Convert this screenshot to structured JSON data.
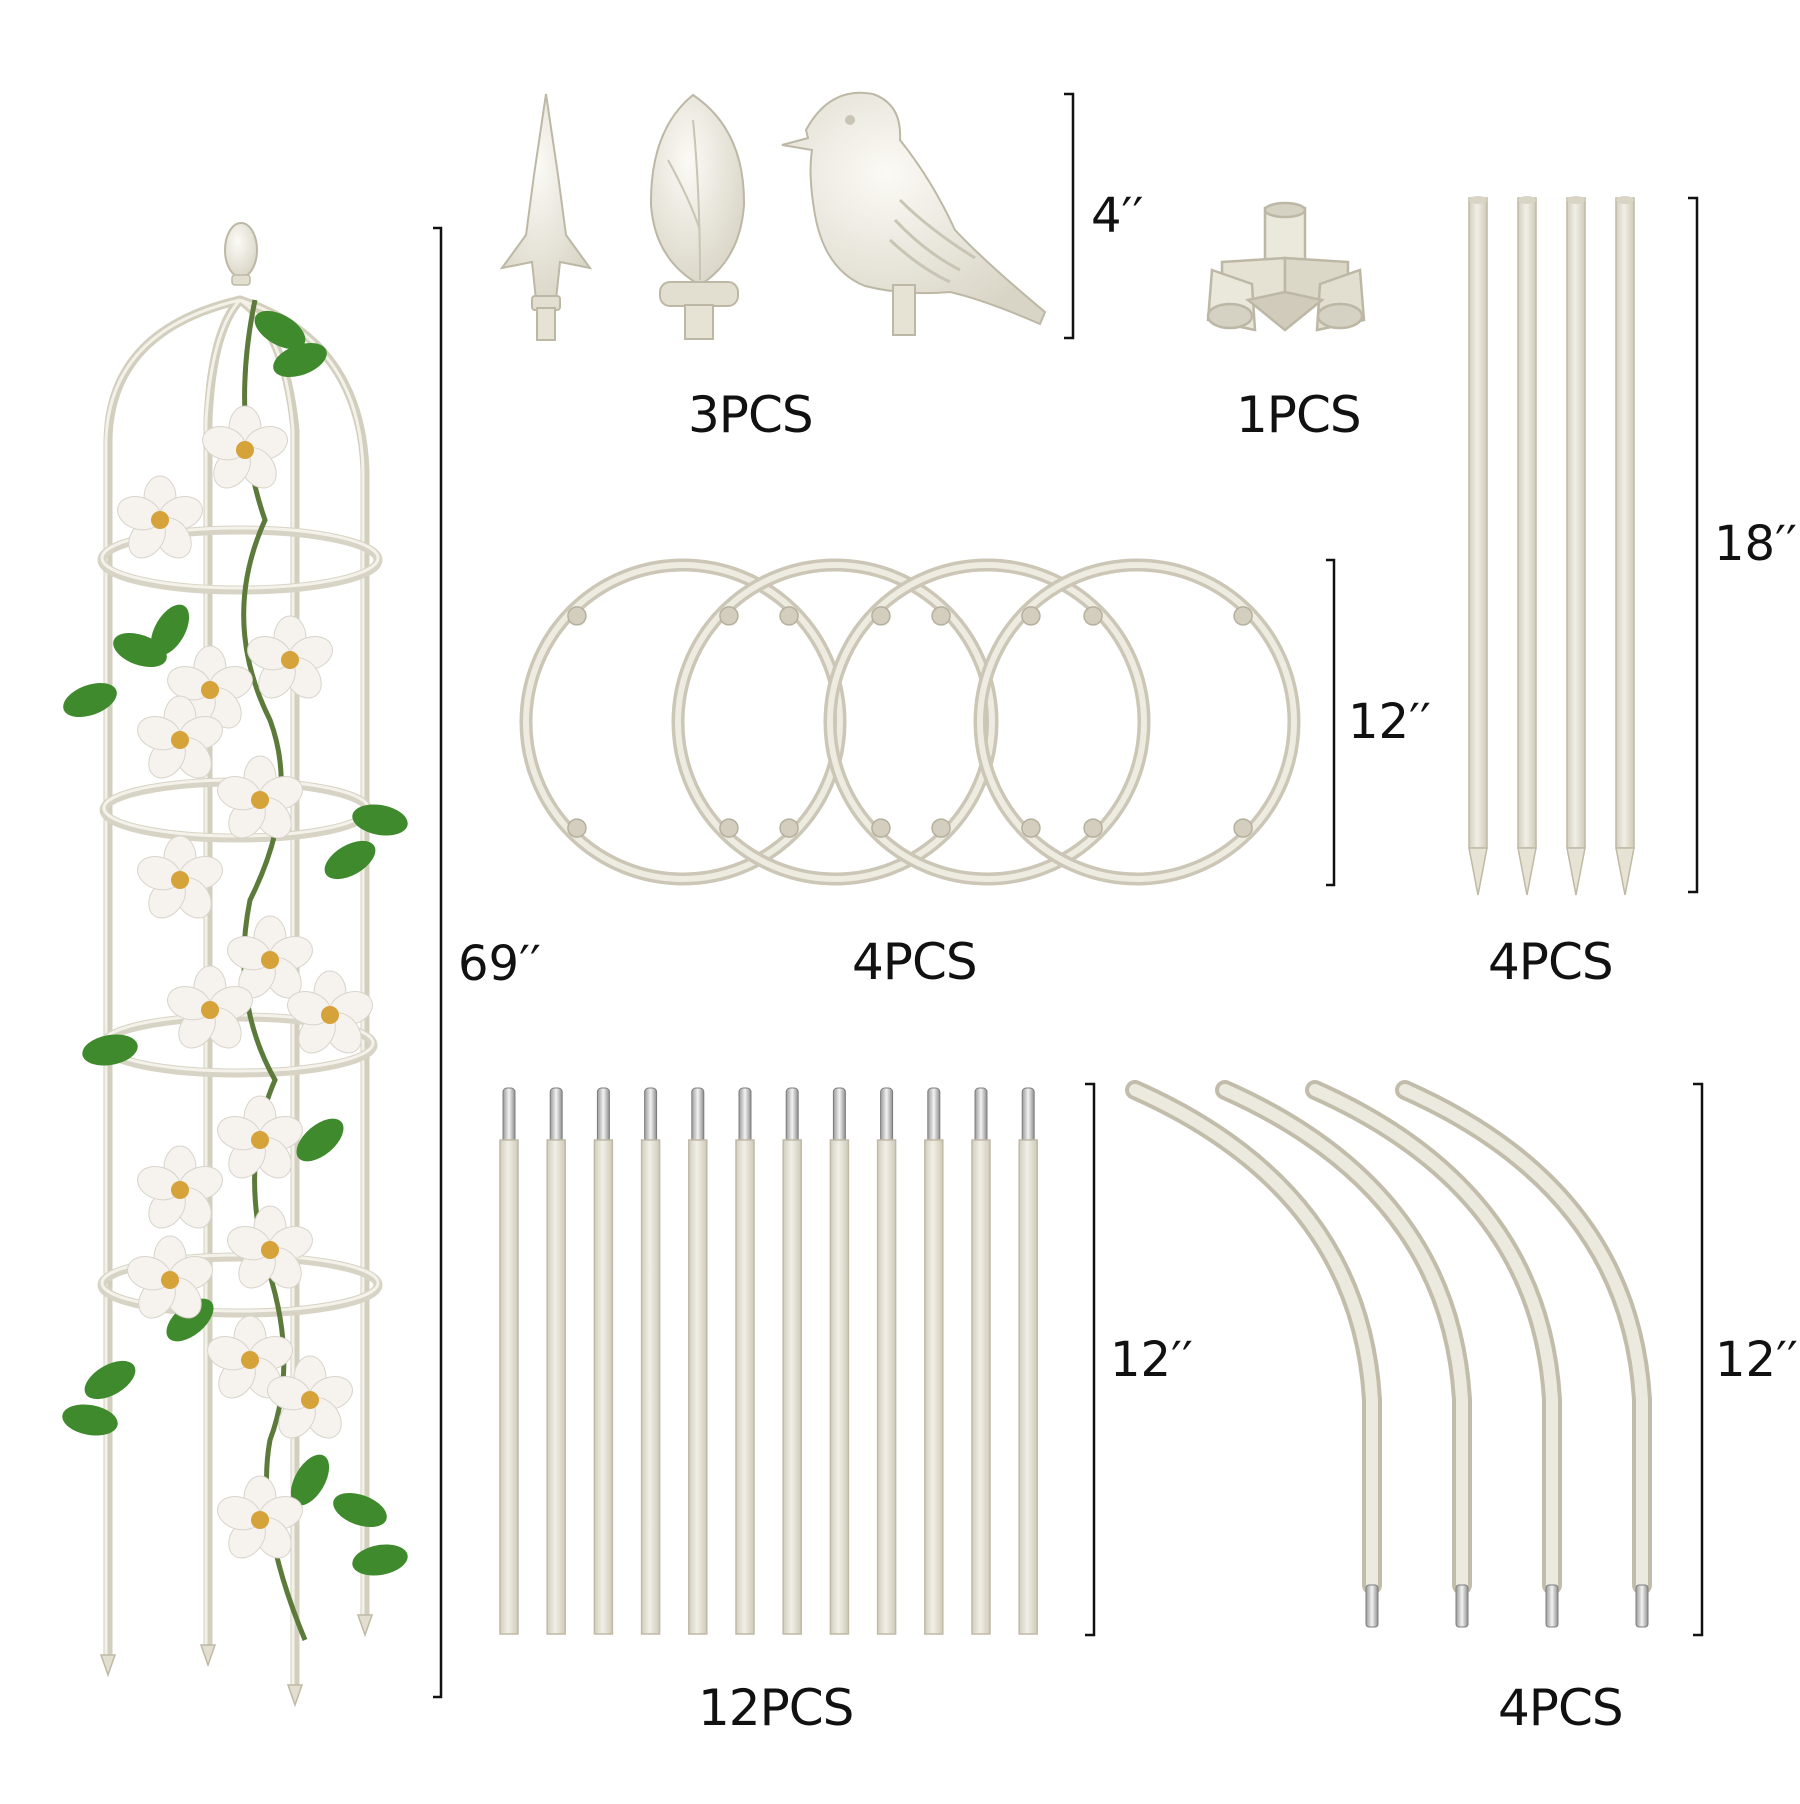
{
  "colors": {
    "part_fill": "#e9e6da",
    "part_stroke": "#b9b4a2",
    "metal": "#c8c8c8",
    "leaf": "#3f8a2c",
    "petal": "#f6f3ef",
    "flower_center": "#d6a23a",
    "text": "#111111"
  },
  "icons": [
    "trellis-assembled",
    "spear-finial-icon",
    "bud-finial-icon",
    "bird-finial-icon",
    "four-way-connector-icon",
    "ring-hoop-icon",
    "ground-stake-icon",
    "straight-rod-icon",
    "curved-rod-icon"
  ],
  "finials": {
    "count_label": "3PCS",
    "dimension": "4′′"
  },
  "connector": {
    "count_label": "1PCS"
  },
  "stakes": {
    "count_label": "4PCS",
    "dimension": "18′′"
  },
  "rings": {
    "count_label": "4PCS",
    "dimension": "12′′"
  },
  "trellis": {
    "dimension": "69′′"
  },
  "straight_rods": {
    "count_label": "12PCS",
    "dimension": "12′′"
  },
  "curved_rods": {
    "count_label": "4PCS",
    "dimension": "12′′"
  }
}
